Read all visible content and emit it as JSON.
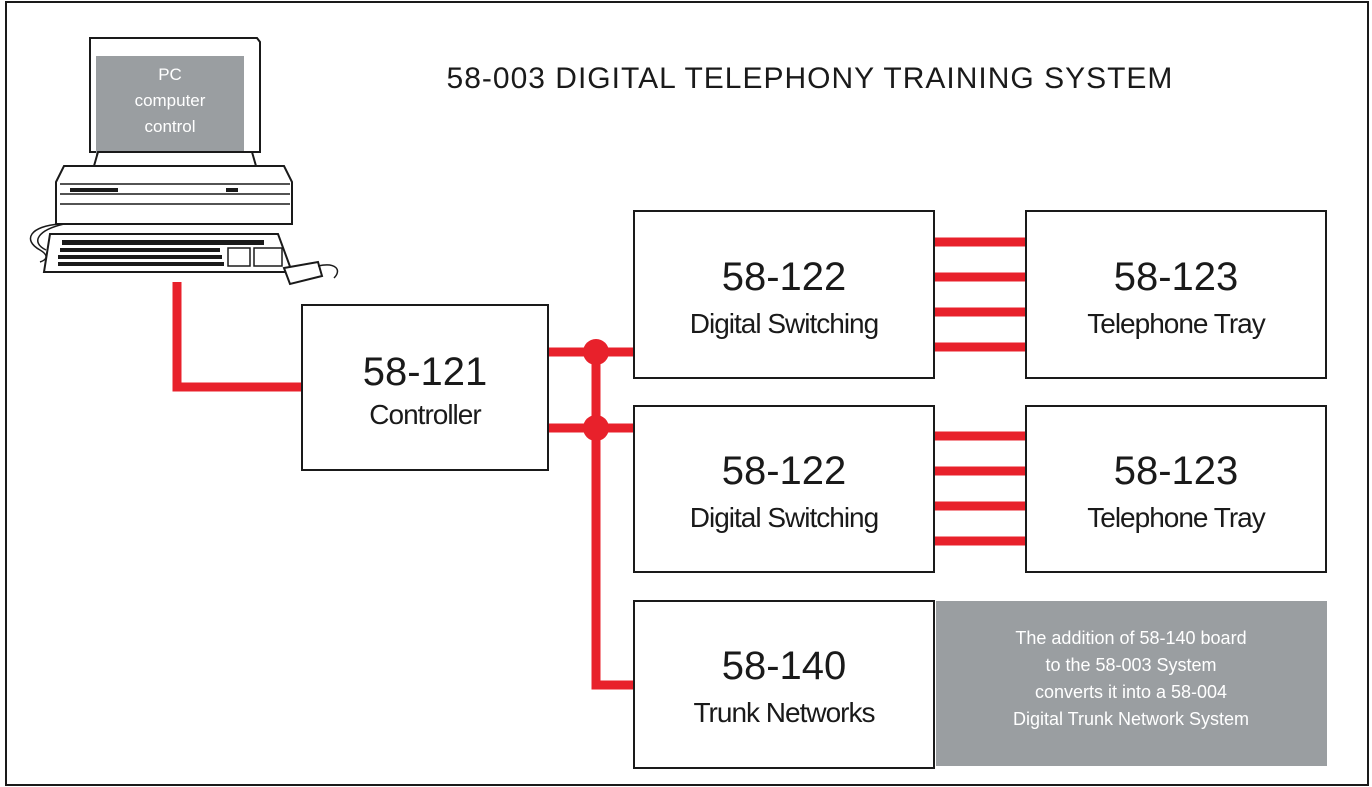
{
  "title": "58-003 DIGITAL TELEPHONY TRAINING SYSTEM",
  "pc": {
    "screen_lines": [
      "PC",
      "computer",
      "control"
    ]
  },
  "controller": {
    "code": "58-121",
    "name": "Controller"
  },
  "switching": [
    {
      "code": "58-122",
      "name": "Digital Switching"
    },
    {
      "code": "58-122",
      "name": "Digital Switching"
    }
  ],
  "trays": [
    {
      "code": "58-123",
      "name": "Telephone Tray"
    },
    {
      "code": "58-123",
      "name": "Telephone Tray"
    }
  ],
  "trunk": {
    "code": "58-140",
    "name": "Trunk Networks"
  },
  "note": {
    "lines": [
      "The addition of 58-140 board",
      "to the 58-003 System",
      "converts it into a 58-004",
      "Digital Trunk Network System"
    ]
  },
  "colors": {
    "wire": "#e8212b",
    "note_bg": "#9a9ea1",
    "screen_bg": "#9a9ea1",
    "border": "#1a1a1a"
  }
}
